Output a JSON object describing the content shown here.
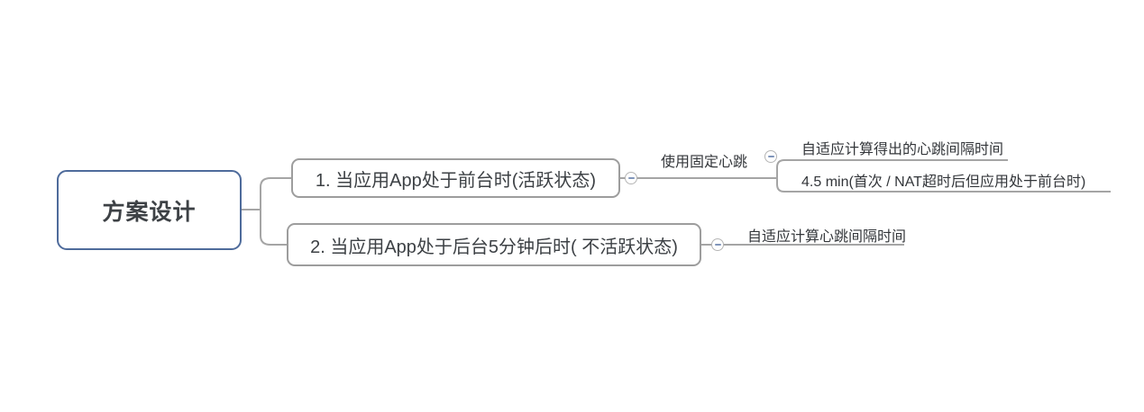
{
  "colors": {
    "root_border": "#4e6b9b",
    "node_border": "#9d9d9d",
    "line": "#a5a5a5",
    "node_text": "#3d4145",
    "label_text": "#33363a",
    "collapse_ring": "#b5b5b5",
    "collapse_minus": "#8095ba"
  },
  "mindmap": {
    "root": {
      "label": "方案设计"
    },
    "branches": [
      {
        "label": "1. 当应用App处于前台时(活跃状态)",
        "children": [
          {
            "label": "使用固定心跳",
            "children": [
              {
                "label": "自适应计算得出的心跳间隔时间"
              },
              {
                "label": "4.5 min(首次 / NAT超时后但应用处于前台时)"
              }
            ]
          }
        ]
      },
      {
        "label": "2. 当应用App处于后台5分钟后时( 不活跃状态)",
        "children": [
          {
            "label": "自适应计算心跳间隔时间"
          }
        ]
      }
    ]
  }
}
